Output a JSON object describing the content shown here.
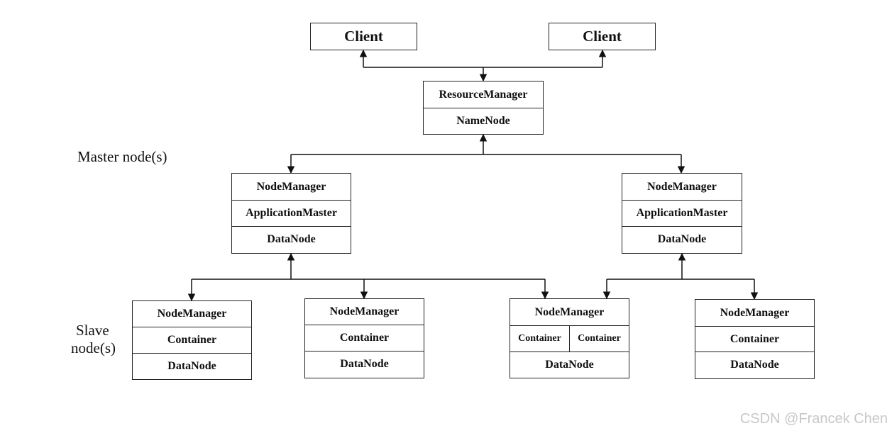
{
  "clients": [
    "Client",
    "Client"
  ],
  "master": {
    "rm": "ResourceManager",
    "nn": "NameNode"
  },
  "labels": {
    "master": "Master node(s)",
    "slave_line1": "Slave",
    "slave_line2": "node(s)"
  },
  "app_nodes": [
    {
      "nm": "NodeManager",
      "am": "ApplicationMaster",
      "dn": "DataNode"
    },
    {
      "nm": "NodeManager",
      "am": "ApplicationMaster",
      "dn": "DataNode"
    }
  ],
  "slaves": [
    {
      "nm": "NodeManager",
      "container": "Container",
      "dn": "DataNode"
    },
    {
      "nm": "NodeManager",
      "container": "Container",
      "dn": "DataNode"
    },
    {
      "nm": "NodeManager",
      "container_a": "Container",
      "container_b": "Container",
      "dn": "DataNode"
    },
    {
      "nm": "NodeManager",
      "container": "Container",
      "dn": "DataNode"
    }
  ],
  "watermark": "CSDN @Francek Chen"
}
